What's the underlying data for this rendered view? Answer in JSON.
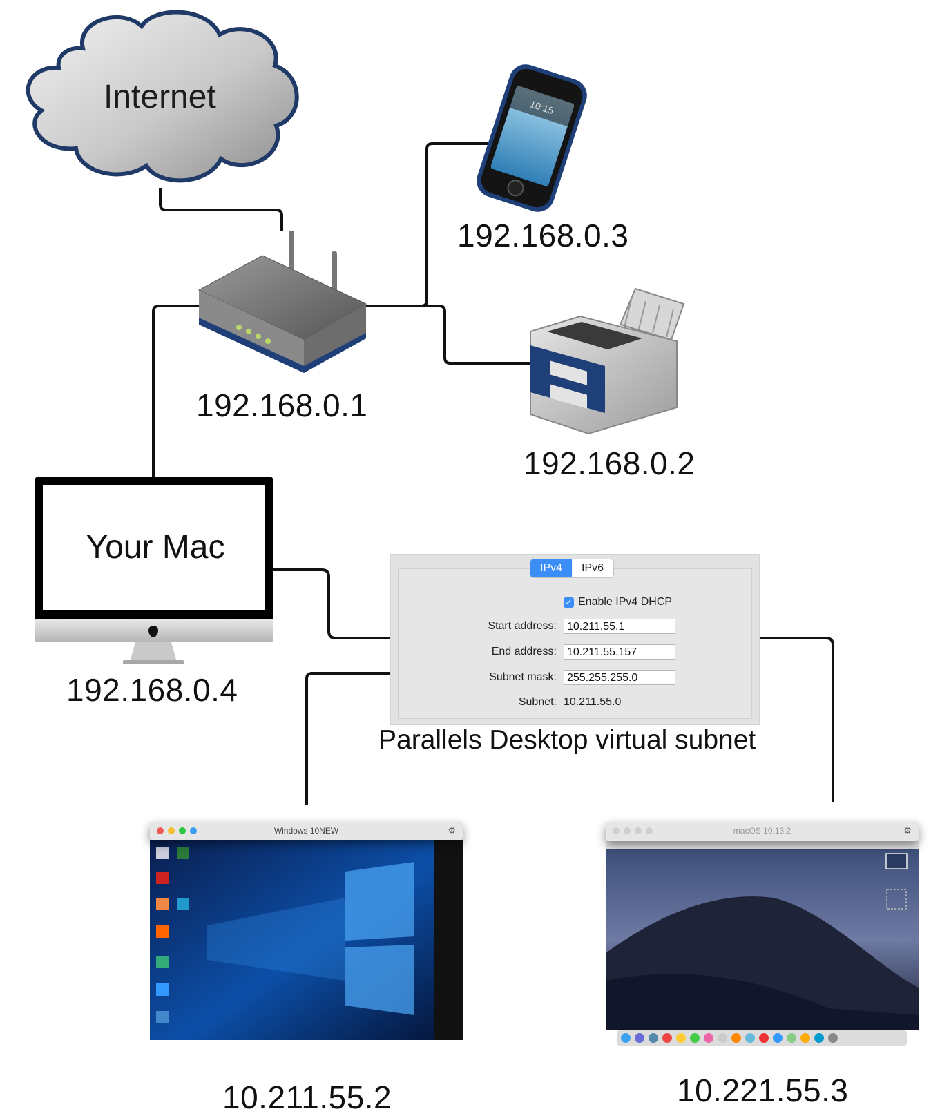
{
  "cloud": {
    "label": "Internet"
  },
  "devices": {
    "phone_ip": "192.168.0.3",
    "router_ip": "192.168.0.1",
    "printer_ip": "192.168.0.2",
    "mac_label": "Your Mac",
    "mac_ip": "192.168.0.4",
    "phone_screen_time": "10:15"
  },
  "subnet_panel": {
    "tabs": [
      "IPv4",
      "IPv6"
    ],
    "selected_tab": "IPv4",
    "dhcp_label": "Enable IPv4 DHCP",
    "dhcp_checked": true,
    "start_label": "Start address:",
    "start_value": "10.211.55.1",
    "end_label": "End address:",
    "end_value": "10.211.55.157",
    "mask_label": "Subnet mask:",
    "mask_value": "255.255.255.0",
    "subnet_label": "Subnet:",
    "subnet_value": "10.211.55.0",
    "caption": "Parallels Desktop virtual subnet"
  },
  "vms": [
    {
      "title": "Windows 10NEW",
      "ip": "10.211.55.2"
    },
    {
      "title": "macOS 10.13.2",
      "ip": "10.221.55.3"
    }
  ],
  "colors": {
    "cloud_stroke": "#1f3a66",
    "accent_blue": "#3a8ef6",
    "device_navy": "#1f3f78",
    "wire": "#111111"
  }
}
